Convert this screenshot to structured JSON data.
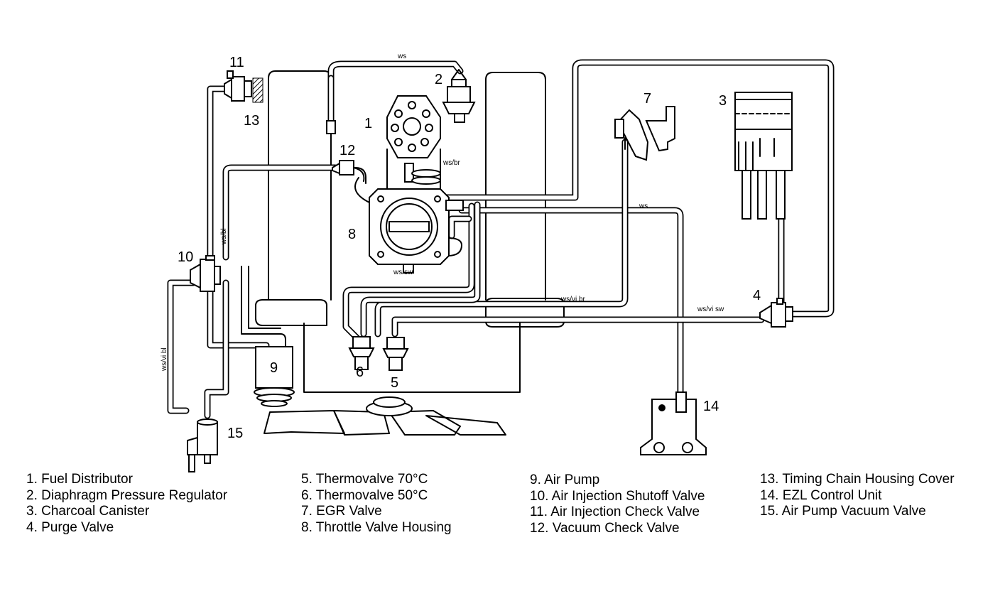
{
  "callouts": {
    "n1": "1",
    "n2": "2",
    "n3": "3",
    "n4": "4",
    "n5": "5",
    "n6": "6",
    "n7": "7",
    "n8": "8",
    "n9": "9",
    "n10": "10",
    "n11": "11",
    "n12": "12",
    "n13": "13",
    "n14": "14",
    "n15": "15"
  },
  "wire_labels": {
    "ws_top": "ws",
    "ws_br": "ws/br",
    "ws_mid": "ws",
    "ws_bl": "ws/bl",
    "ws_sw": "ws/sw",
    "ws_vi_br": "ws/vi br",
    "ws_vi_sw": "ws/vi sw",
    "ws_vi_bl": "ws/vi bl"
  },
  "legend": {
    "col1": [
      "1. Fuel Distributor",
      "2. Diaphragm Pressure Regulator",
      "3. Charcoal Canister",
      "4. Purge Valve"
    ],
    "col2": [
      "5. Thermovalve 70°C",
      "6. Thermovalve 50°C",
      "7. EGR Valve",
      "8. Throttle Valve Housing"
    ],
    "col3": [
      "9. Air Pump",
      "10. Air Injection Shutoff Valve",
      "11. Air Injection Check Valve",
      "12. Vacuum Check Valve"
    ],
    "col4": [
      "13. Timing Chain Housing Cover",
      "14. EZL Control Unit",
      "15. Air Pump Vacuum Valve"
    ]
  }
}
